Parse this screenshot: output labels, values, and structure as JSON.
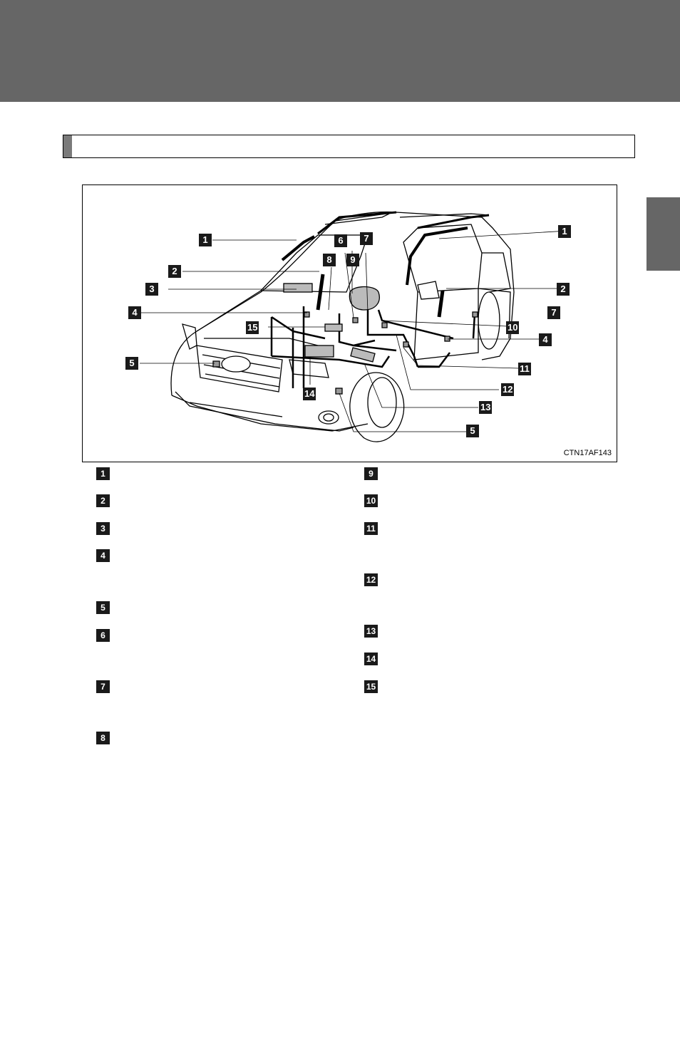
{
  "figure": {
    "code": "CTN17AF143",
    "callouts": [
      "1",
      "1",
      "2",
      "2",
      "3",
      "4",
      "4",
      "5",
      "5",
      "6",
      "7",
      "7",
      "8",
      "9",
      "10",
      "11",
      "12",
      "13",
      "14",
      "15"
    ]
  },
  "legend": {
    "left": [
      "1",
      "2",
      "3",
      "4",
      "5",
      "6",
      "7",
      "8"
    ],
    "right": [
      "9",
      "10",
      "11",
      "12",
      "13",
      "14",
      "15"
    ]
  }
}
